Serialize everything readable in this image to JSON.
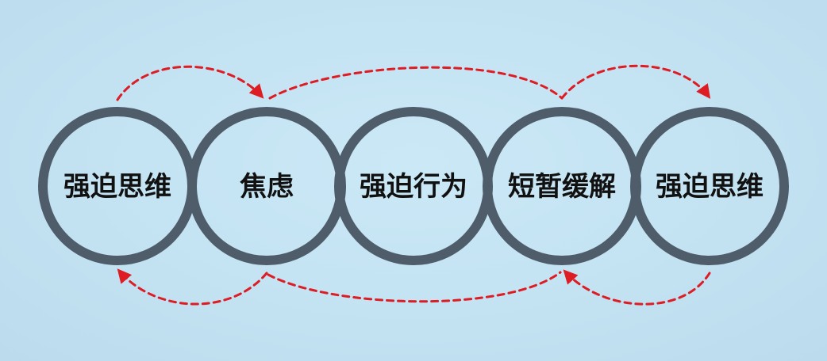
{
  "nodes": [
    {
      "id": "obsessive-thought-start",
      "label": "强迫思维"
    },
    {
      "id": "anxiety",
      "label": "焦虑"
    },
    {
      "id": "compulsive-behavior",
      "label": "强迫行为"
    },
    {
      "id": "temporary-relief",
      "label": "短暂缓解"
    },
    {
      "id": "obsessive-thought-end",
      "label": "强迫思维"
    }
  ],
  "arrows": [
    {
      "from": "obsessive-thought-start",
      "to": "anxiety",
      "side": "top"
    },
    {
      "from": "anxiety",
      "to": "temporary-relief",
      "side": "top"
    },
    {
      "from": "temporary-relief",
      "to": "obsessive-thought-end",
      "side": "top"
    },
    {
      "from": "anxiety",
      "to": "obsessive-thought-start",
      "side": "bottom"
    },
    {
      "from": "obsessive-thought-end",
      "to": "temporary-relief",
      "side": "bottom"
    },
    {
      "from": "anxiety",
      "to": "temporary-relief",
      "side": "bottom"
    }
  ],
  "colors": {
    "ring": "#4f5d6b",
    "arrow": "#dd1c24",
    "label": "#111111",
    "background": "#c5e4f3"
  }
}
